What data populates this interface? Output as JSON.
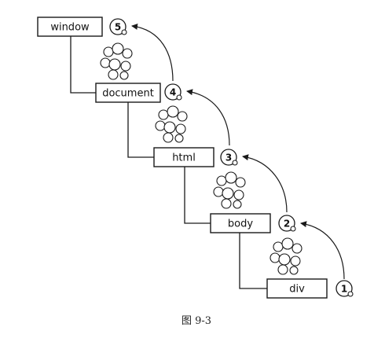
{
  "nodes": [
    {
      "label": "window",
      "step": "5"
    },
    {
      "label": "document",
      "step": "4"
    },
    {
      "label": "html",
      "step": "3"
    },
    {
      "label": "body",
      "step": "2"
    },
    {
      "label": "div",
      "step": "1"
    }
  ],
  "caption": "图 9-3"
}
